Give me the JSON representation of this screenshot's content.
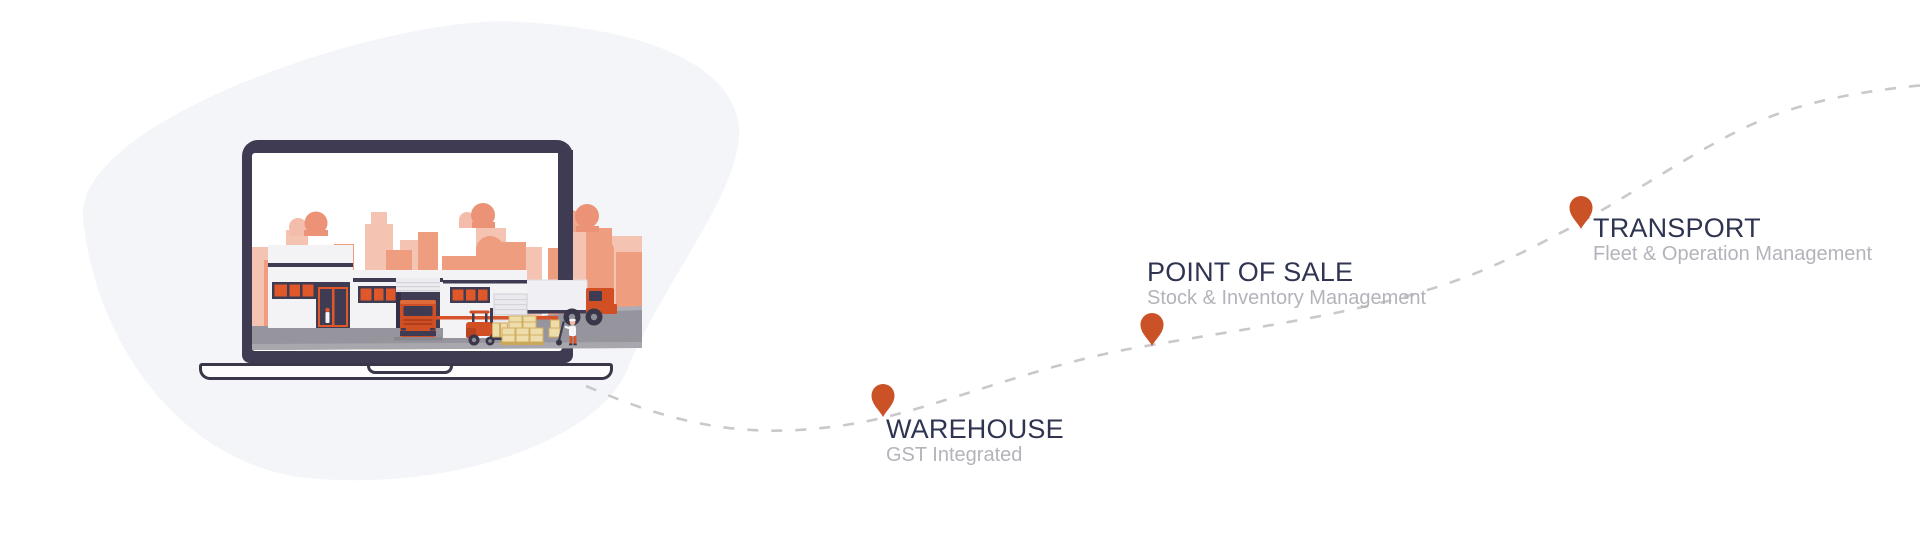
{
  "page": {
    "kind": "logistics-roadmap-banner",
    "background": "#ffffff"
  },
  "colors": {
    "accent_orange": "#cb5226",
    "illustration_navy": "#3e3b52",
    "title_navy": "#2f3450",
    "subtitle_gray": "#b3b3bb",
    "dash_gray": "#c9c9cc",
    "salmon_mid": "#ee9d7f",
    "salmon_light": "#f5c3b1",
    "road_gray": "#96959d",
    "box_tan": "#eeddaa",
    "blob_gray": "#f3f5f9"
  },
  "route": {
    "style": "dashed",
    "color": "#c9c9cc"
  },
  "milestones": [
    {
      "id": "warehouse",
      "title": "WAREHOUSE",
      "subtitle": "GST Integrated",
      "pin_icon": "map-pin-icon",
      "pin_color": "#cb5226"
    },
    {
      "id": "point-of-sale",
      "title": "POINT OF SALE",
      "subtitle": "Stock & Inventory Management",
      "pin_icon": "map-pin-icon",
      "pin_color": "#cb5226"
    },
    {
      "id": "transport",
      "title": "TRANSPORT",
      "subtitle": "Fleet & Operation Management",
      "pin_icon": "map-pin-icon",
      "pin_color": "#cb5226"
    }
  ],
  "illustration": {
    "type": "laptop-warehouse-scene",
    "elements": [
      "laptop",
      "city-skyline",
      "clouds",
      "warehouse-buildings",
      "loading-dock-truck",
      "delivery-truck",
      "forklift",
      "cargo-boxes",
      "warehouse-worker",
      "road"
    ]
  }
}
